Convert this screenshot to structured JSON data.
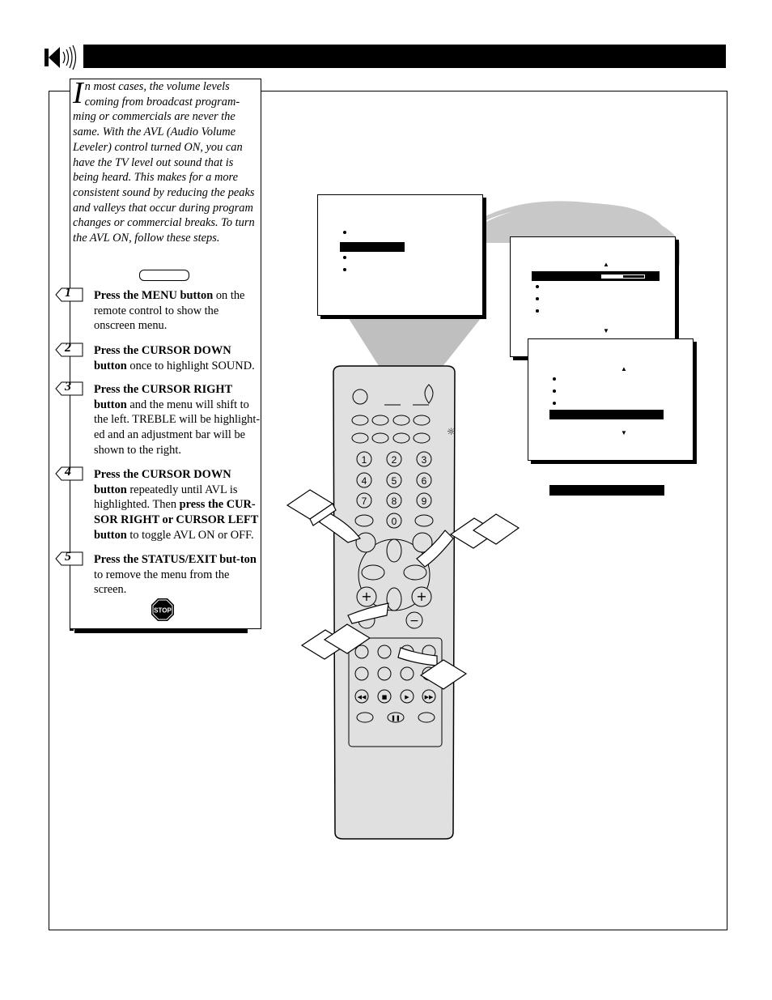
{
  "intro": {
    "dropcap": "I",
    "text": "n most cases, the volume levels coming from broadcast program-ming or commercials are never the same.  With the AVL (Audio Volume Leveler) control turned ON, you can have the TV level out sound that is being heard.  This makes for a more consistent sound by reducing the peaks and valleys that occur during program changes or commercial breaks.  To turn the AVL ON, follow these steps."
  },
  "steps": [
    {
      "number": "1",
      "bold": "Press the MENU button",
      "rest": " on the remote control to show the onscreen menu."
    },
    {
      "number": "2",
      "bold": "Press the CURSOR DOWN button",
      "rest": " once to highlight SOUND."
    },
    {
      "number": "3",
      "bold": "Press the CURSOR RIGHT button",
      "rest": " and the menu will shift to the left. TREBLE will be highlight-ed and an adjustment bar will be shown to the right."
    },
    {
      "number": "4",
      "bold": "Press the CURSOR DOWN button",
      "rest": " repeatedly until AVL is highlighted.  Then ",
      "bold2": "press the CUR-SOR RIGHT or CURSOR LEFT button",
      "rest2": " to toggle AVL ON or OFF."
    },
    {
      "number": "5",
      "bold": "Press the STATUS/EXIT but-ton",
      "rest": " to remove the menu from the screen."
    }
  ],
  "stop_sign": "STOP",
  "remote_keys": [
    "1",
    "2",
    "3",
    "4",
    "5",
    "6",
    "7",
    "8",
    "9",
    "0"
  ]
}
